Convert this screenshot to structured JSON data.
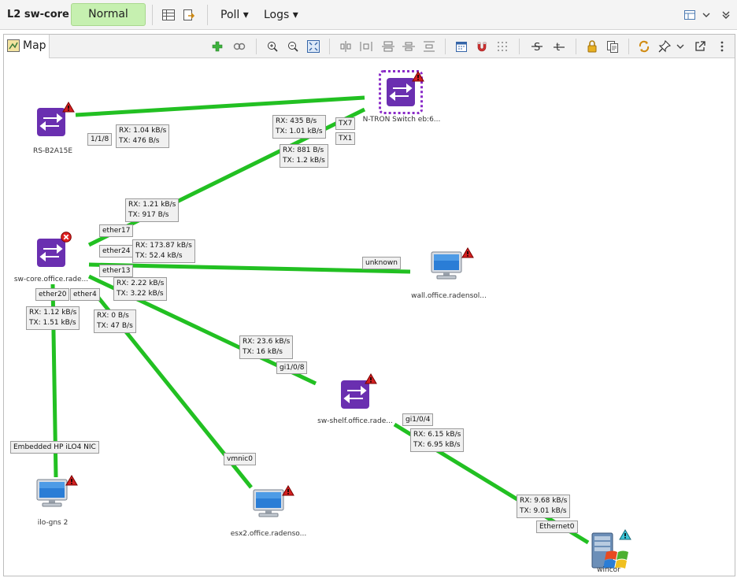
{
  "header": {
    "title": "L2 sw-core",
    "status": "Normal",
    "poll_menu": "Poll",
    "logs_menu": "Logs"
  },
  "tab": {
    "label": "Map"
  },
  "nodes": {
    "rs": "RS-B2A15E",
    "ntron": "N-TRON Switch eb:6...",
    "swcore": "sw-core.office.rade...",
    "wall": "wall.office.radensol...",
    "swshelf": "sw-shelf.office.rade...",
    "ilo": "ilo-gns 2",
    "esx2": "esx2.office.radenso...",
    "wincor": "wincor"
  },
  "ports": {
    "rs_port": "1/1/8",
    "ntron_tx7": "TX7",
    "ntron_tx1": "TX1",
    "core_ether17": "ether17",
    "core_ether24": "ether24",
    "core_ether13": "ether13",
    "core_ether20": "ether20",
    "core_ether4": "ether4",
    "wall_port": "unknown",
    "shelf_gi108": "gi1/0/8",
    "shelf_gi104": "gi1/0/4",
    "ilo_port": "Embedded HP iLO4 NIC",
    "esx_port": "vmnic0",
    "win_port": "Ethernet0"
  },
  "traffic": {
    "rs_rx": "RX:  1.04 kB/s",
    "rs_tx": "TX:  476 B/s",
    "ntron7_rx": "RX:  435 B/s",
    "ntron7_tx": "TX:  1.01 kB/s",
    "ntron1_rx": "RX:  881 B/s",
    "ntron1_tx": "TX:  1.2 kB/s",
    "core17_rx": "RX:  1.21 kB/s",
    "core17_tx": "TX:  917 B/s",
    "core24_rx": "RX:  173.87 kB/s",
    "core24_tx": "TX:  52.4 kB/s",
    "core13_rx": "RX:  2.22 kB/s",
    "core13_tx": "TX:  3.22 kB/s",
    "core20_rx": "RX:  1.12 kB/s",
    "core20_tx": "TX:  1.51 kB/s",
    "core4_rx": "RX:  0 B/s",
    "core4_tx": "TX:  47 B/s",
    "shelf8_rx": "RX:  23.6 kB/s",
    "shelf8_tx": "TX:  16 kB/s",
    "shelf4_rx": "RX:  6.15 kB/s",
    "shelf4_tx": "TX:  6.95 kB/s",
    "win_rx": "RX:  9.68 kB/s",
    "win_tx": "TX:  9.01 kB/s"
  },
  "colors": {
    "link": "#22c022",
    "switch": "#6a2fb0",
    "status_bg": "#c6f0b0",
    "alarm_red": "#d42020",
    "alarm_cyan": "#3bc6d8"
  }
}
